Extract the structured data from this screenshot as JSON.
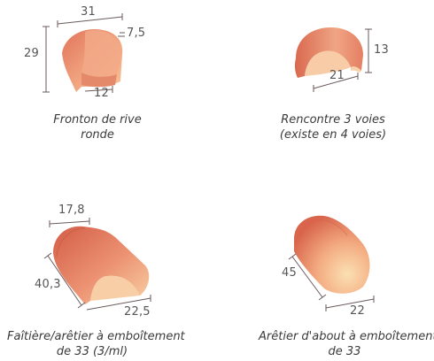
{
  "products": [
    {
      "id": "fronton",
      "caption_line1": "Fronton de rive",
      "caption_line2": "ronde",
      "dims": {
        "top": "31",
        "side_small": "7,5",
        "left": "29",
        "bottom": "12"
      }
    },
    {
      "id": "rencontre",
      "caption_line1": "Rencontre 3 voies",
      "caption_line2": "(existe en 4 voies)",
      "dims": {
        "right": "13",
        "bottom": "21"
      }
    },
    {
      "id": "faitiere",
      "caption_line1": "Faîtière/arêtier à emboîtement",
      "caption_line2": "de 33 (3/ml)",
      "dims": {
        "top": "17,8",
        "left": "40,3",
        "bottom": "22,5"
      }
    },
    {
      "id": "aretier",
      "caption_line1": "Arêtier d'about à emboîtement",
      "caption_line2": "de 33",
      "dims": {
        "left": "45",
        "bottom": "22"
      }
    }
  ],
  "colors": {
    "tile_light": "#f7c49a",
    "tile_mid": "#e98966",
    "tile_dark": "#c85c45",
    "dim_line": "#6a5a5a"
  }
}
